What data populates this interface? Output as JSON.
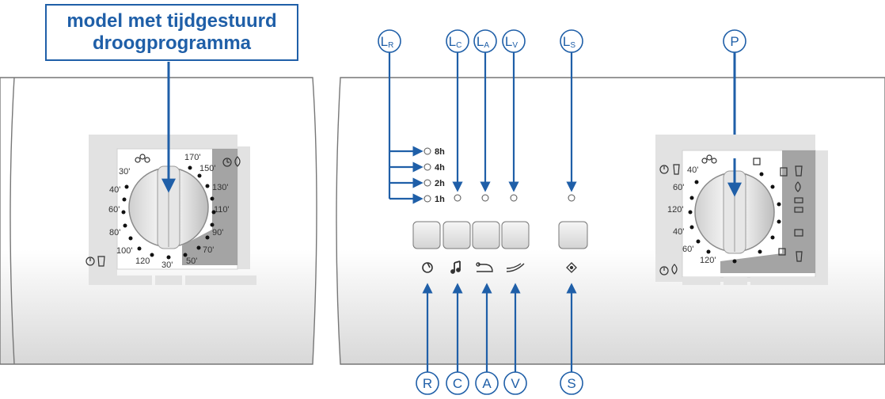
{
  "callout": {
    "line1": "model met tijdgestuurd",
    "line2": "droogprogramma"
  },
  "top_labels": [
    {
      "letter": "L",
      "sub": "R"
    },
    {
      "letter": "L",
      "sub": "C"
    },
    {
      "letter": "L",
      "sub": "A"
    },
    {
      "letter": "L",
      "sub": "V"
    },
    {
      "letter": "L",
      "sub": "S"
    },
    {
      "letter": "P",
      "sub": ""
    }
  ],
  "bottom_labels": [
    "R",
    "C",
    "A",
    "V",
    "S"
  ],
  "delay_leds": [
    "8h",
    "4h",
    "2h",
    "1h"
  ],
  "timer_dial": {
    "marks": [
      "30'",
      "40'",
      "60'",
      "80'",
      "100'",
      "120",
      "30'",
      "50'",
      "70'",
      "90'",
      "110'",
      "130'",
      "150'",
      "170'"
    ]
  },
  "program_dial": {
    "marks": [
      "40'",
      "60'",
      "120'",
      "40'",
      "60'",
      "120'"
    ]
  },
  "colors": {
    "accent": "#1f5fa8",
    "panel_shade": "#9a9a9a",
    "panel_light": "#e6e6e6"
  },
  "icons": [
    "spin-icon",
    "music-note-icon",
    "iron-icon",
    "quick-icon",
    "start-icon",
    "clock-icon",
    "shirt-icon",
    "fan-icon",
    "drop-icon"
  ]
}
